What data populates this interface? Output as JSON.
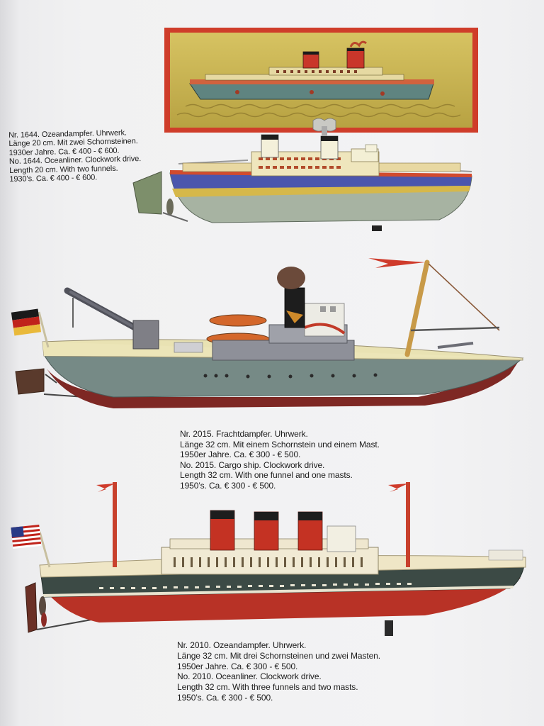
{
  "captions": {
    "oceanliner_1644": [
      "Nr. 1644. Ozeandampfer. Uhrwerk.",
      "Länge 20 cm. Mit zwei Schornsteinen.",
      "1930er Jahre. Ca. € 400 - € 600.",
      "No. 1644. Oceanliner. Clockwork drive.",
      "Length 20 cm. With two funnels.",
      "1930’s. Ca. € 400 - € 600."
    ],
    "cargo_ship_2015": [
      "Nr. 2015. Frachtdampfer. Uhrwerk.",
      "Länge 32 cm. Mit einem Schornstein und einem Mast.",
      "1950er Jahre. Ca. € 300 - € 500.",
      "No. 2015. Cargo ship. Clockwork drive.",
      "Length 32 cm. With one funnel and one masts.",
      "1950’s. Ca. € 300 - € 500."
    ],
    "oceanliner_2010": [
      "Nr. 2010. Ozeandampfer. Uhrwerk.",
      "Länge 32 cm. Mit drei Schornsteinen und zwei Masten.",
      "1950er Jahre. Ca. € 300 - € 500.",
      "No. 2010. Oceanliner. Clockwork drive.",
      "Length 32 cm. With three funnels and two masts.",
      "1950’s. Ca. € 300 - € 500."
    ]
  },
  "colors": {
    "page_background": "#f1f1f2",
    "box_border": "#d8402c",
    "box_field": "#c9b64e",
    "hull_green": "#7f958a",
    "hull_red": "#8a2b26",
    "deck_cream": "#ece4b4",
    "funnel_red": "#b72a1e",
    "funnel_black": "#1d1d1d",
    "stripe_blue": "#4653a8"
  },
  "icons": [
    "german-flag-icon",
    "us-flag-icon",
    "pennant-icon"
  ]
}
